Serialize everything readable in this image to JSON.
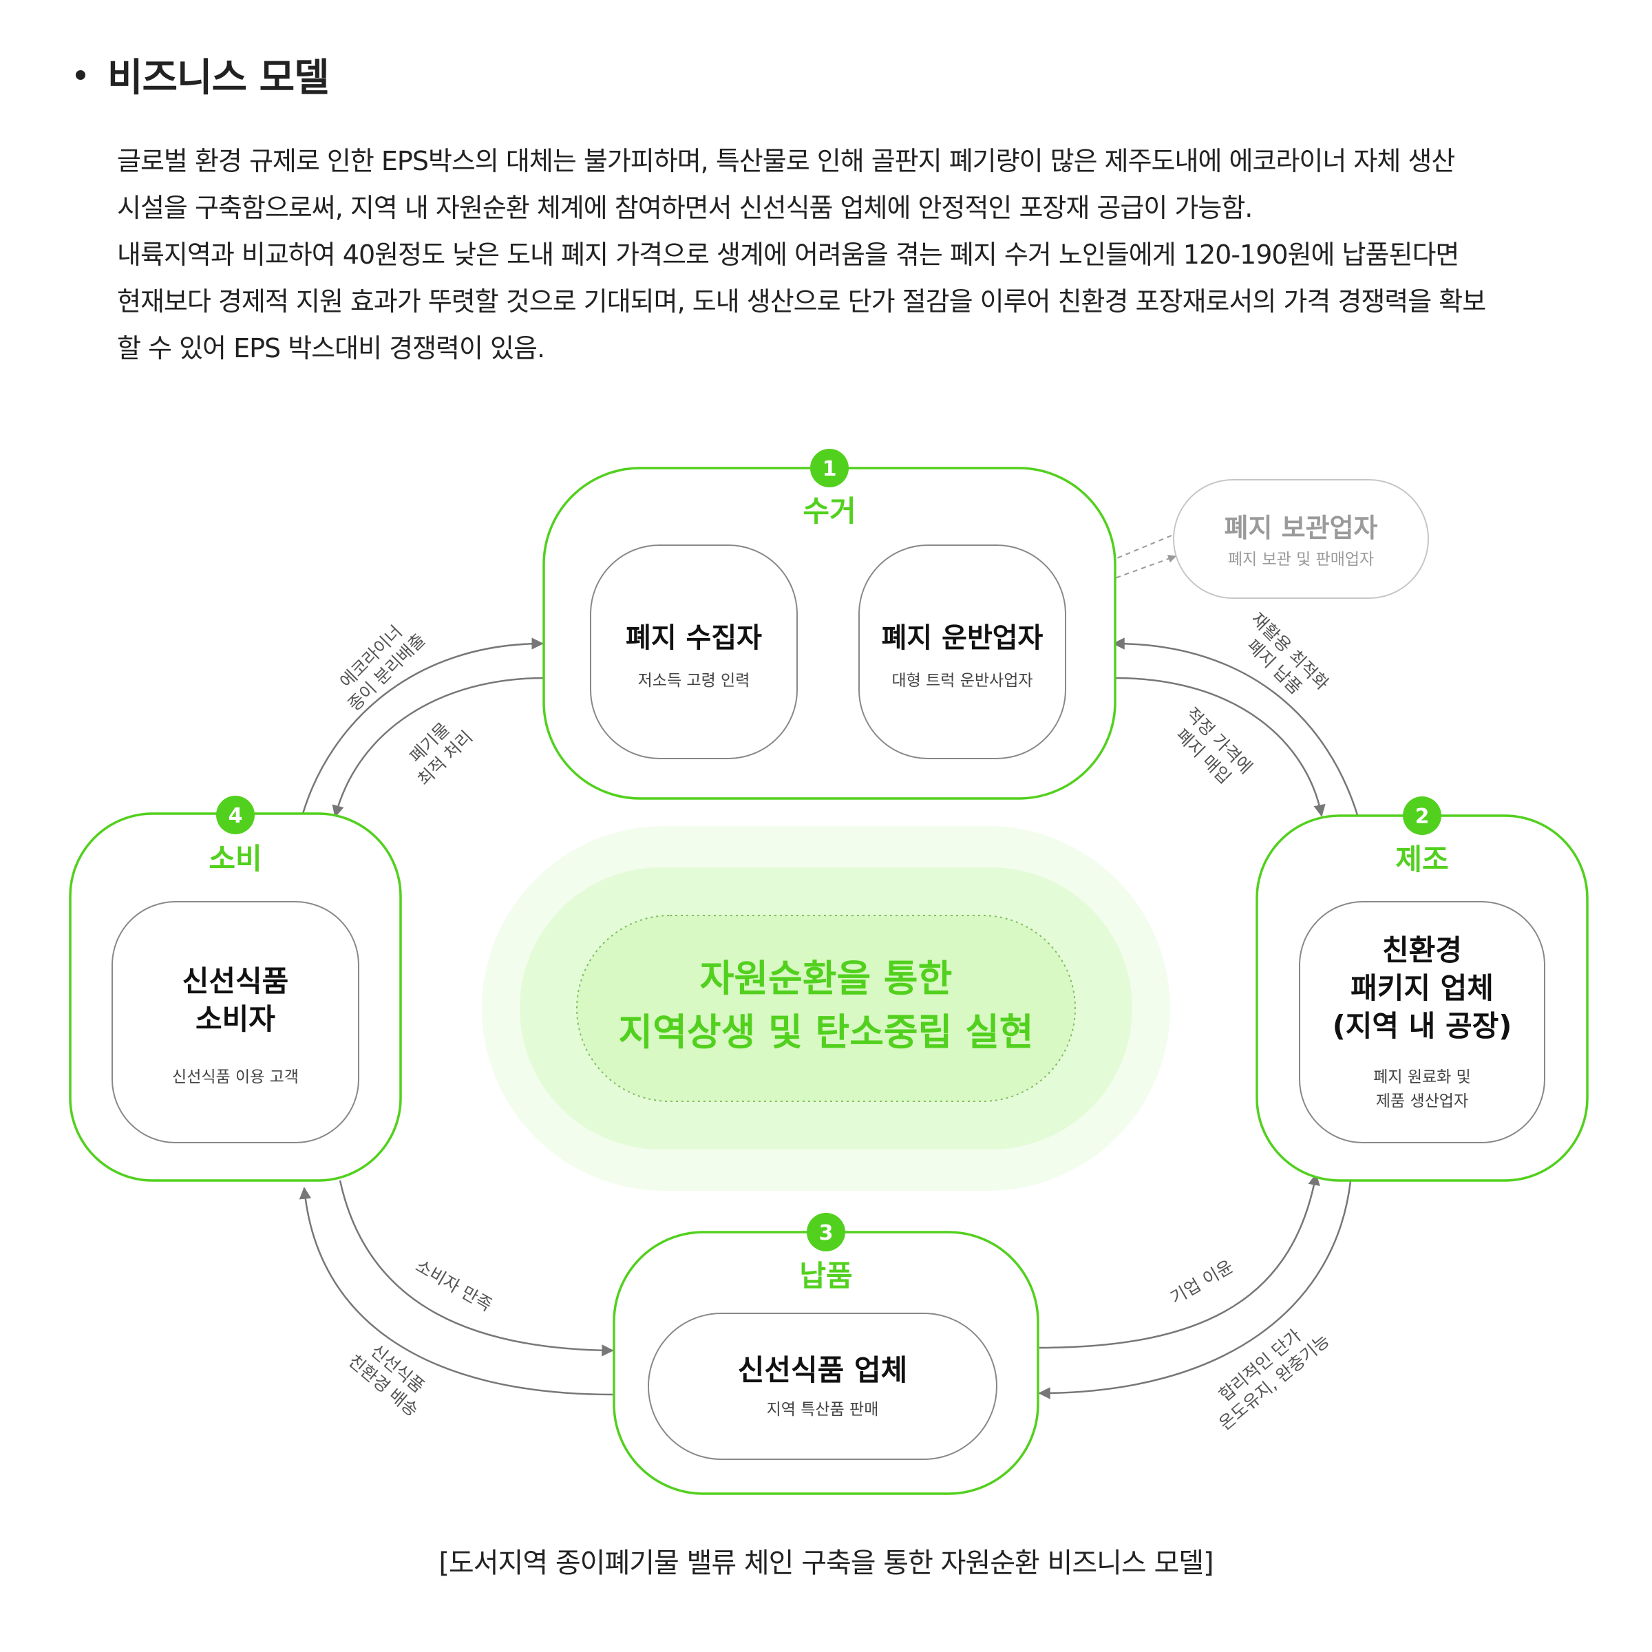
{
  "section": {
    "title": "비즈니스 모델"
  },
  "paragraphs": [
    {
      "lines": [
        "글로벌 환경 규제로 인한 EPS박스의 대체는 불가피하며, 특산물로 인해 골판지 폐기량이 많은 제주도내에 에코라이너 자체 생산",
        "시설을 구축함으로써, 지역 내 자원순환 체계에 참여하면서 신선식품 업체에 안정적인 포장재 공급이 가능함."
      ]
    },
    {
      "lines": [
        "내륙지역과 비교하여 40원정도 낮은 도내 폐지 가격으로 생계에 어려움을 겪는 폐지 수거 노인들에게 120-190원에 납품된다면",
        "현재보다 경제적 지원 효과가 뚜렷할 것으로 기대되며, 도내 생산으로 단가 절감을 이루어 친환경 포장재로서의 가격 경쟁력을 확보",
        "할 수 있어 EPS 박스대비 경쟁력이 있음."
      ]
    }
  ],
  "diagram": {
    "center": {
      "line1": "자원순환을 통한",
      "line2": "지역상생 및 탄소중립 실현"
    },
    "stages": {
      "collect": {
        "number": "1",
        "title": "수거",
        "inner": [
          {
            "title": "폐지 수집자",
            "desc": "저소득 고령 인력"
          },
          {
            "title": "폐지 운반업자",
            "desc": "대형 트럭 운반사업자"
          }
        ]
      },
      "make": {
        "number": "2",
        "title": "제조",
        "inner": {
          "title_lines": [
            "친환경",
            "패키지 업체",
            "(지역 내 공장)"
          ],
          "desc_lines": [
            "폐지 원료화 및",
            "제품 생산업자"
          ]
        }
      },
      "deliver": {
        "number": "3",
        "title": "납품",
        "inner": {
          "title": "신선식품 업체",
          "desc": "지역 특산품 판매"
        }
      },
      "consume": {
        "number": "4",
        "title": "소비",
        "inner": {
          "title_lines": [
            "신선식품",
            "소비자"
          ],
          "desc": "신선식품 이용 고객"
        }
      }
    },
    "storage": {
      "title": "폐지 보관업자",
      "desc": "폐지 보관 및 판매업자"
    },
    "flows": {
      "top_right_outer": [
        "재활용 최적화",
        "폐지 납품"
      ],
      "top_right_inner": [
        "적정 가격에",
        "폐지 매입"
      ],
      "top_left_outer": [
        "에코라이너",
        "종이 분리배출"
      ],
      "top_left_inner": [
        "폐기물",
        "최적 처리"
      ],
      "bottom_left_inner": "소비자 만족",
      "bottom_left_outer": [
        "신선식품",
        "친환경 배송"
      ],
      "bottom_right_inner": "기업 이윤",
      "bottom_right_outer": [
        "합리적인 단가",
        "온도유지, 완충기능"
      ]
    }
  },
  "caption": "[도서지역 종이폐기물 밸류 체인 구축을 통한 자원순환 비즈니스 모델]",
  "colors": {
    "green": "#52d01e",
    "grey_line": "#777777",
    "text": "#222222"
  }
}
